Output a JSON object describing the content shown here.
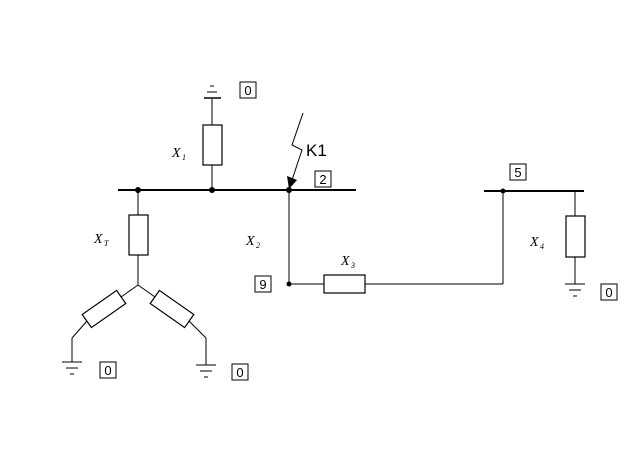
{
  "diagram": {
    "fault": {
      "label": "K1"
    },
    "nodes": {
      "n2": "2",
      "n5": "5",
      "n9": "9",
      "ground_top": "0",
      "ground_right": "0",
      "ground_left": "0",
      "ground_mid": "0"
    },
    "elements": {
      "x1": {
        "main": "X",
        "sub": "1"
      },
      "xt": {
        "main": "X",
        "sub": "T"
      },
      "x2": {
        "main": "X",
        "sub": "2"
      },
      "x3": {
        "main": "X",
        "sub": "3"
      },
      "x4": {
        "main": "X",
        "sub": "4"
      }
    }
  }
}
